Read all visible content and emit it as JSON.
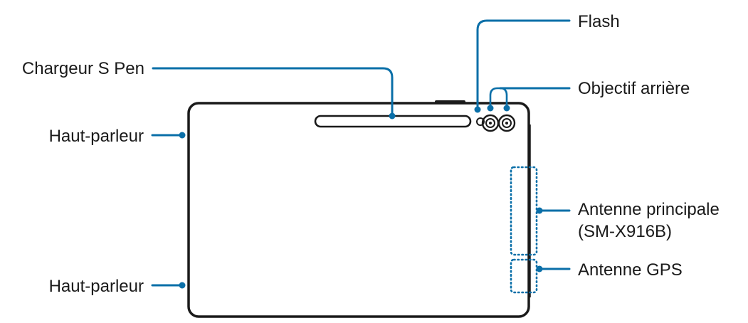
{
  "diagram": {
    "labels": {
      "flash": "Flash",
      "s_pen_charger": "Chargeur S Pen",
      "rear_lens": "Objectif arrière",
      "speaker_top": "Haut-parleur",
      "speaker_bottom": "Haut-parleur",
      "main_antenna_line1": "Antenne principale",
      "main_antenna_line2": "(SM-X916B)",
      "gps_antenna": "Antenne GPS"
    }
  },
  "colors": {
    "callout": "#0a6fa8",
    "outline": "#1a1a1a",
    "background": "#ffffff"
  }
}
